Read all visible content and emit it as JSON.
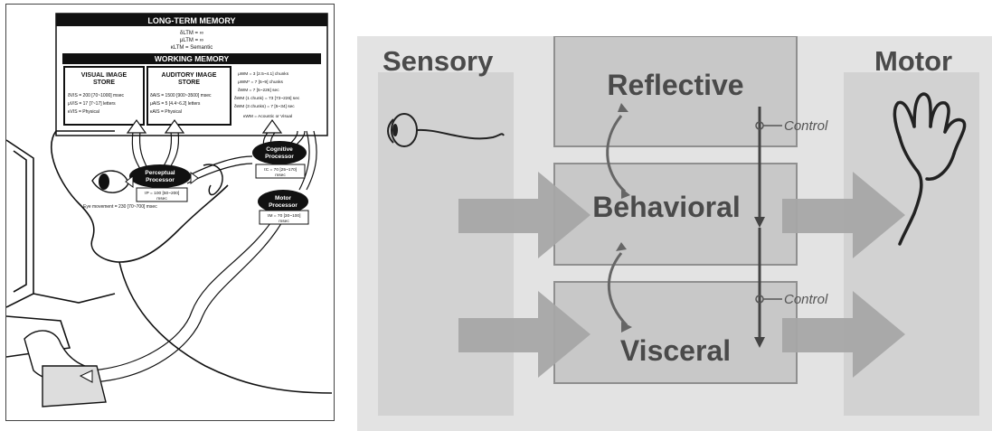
{
  "left_diagram": {
    "long_term_memory": {
      "title": "LONG-TERM MEMORY",
      "params": [
        "δLTM = ∞",
        "μLTM = ∞",
        "κLTM = Semantic"
      ]
    },
    "working_memory": {
      "title": "WORKING MEMORY",
      "visual_store": {
        "title_line1": "VISUAL IMAGE",
        "title_line2": "STORE",
        "params": [
          "δVIS = 200 [70~1000] msec",
          "μVIS = 17 [7~17] letters",
          "κVIS = Physical"
        ]
      },
      "auditory_store": {
        "title_line1": "AUDITORY IMAGE",
        "title_line2": "STORE",
        "params": [
          "δAIS = 1500 [900~3500] msec",
          "μAIS = 5 [4.4~6.2] letters",
          "κAIS = Physical"
        ]
      },
      "wm_params": [
        "μWM = 3 [2.5~4.1] chunks",
        "μWM* = 7 [5~9] chunks",
        "δWM = 7 [5~226] sec",
        "δWM (1 chunk) = 73 [73~226] sec",
        "δWM (3 chunks) = 7 [5~34] sec",
        "κWM = Acoustic or Visual"
      ]
    },
    "perceptual_processor": {
      "line1": "Perceptual",
      "line2": "Processor",
      "param": "τP = 100 [50~200]",
      "unit": "msec"
    },
    "cognitive_processor": {
      "line1": "Cognitive",
      "line2": "Processor",
      "param": "τC = 70 [25~170]",
      "unit": "msec"
    },
    "motor_processor": {
      "line1": "Motor",
      "line2": "Processor",
      "param": "τM = 70 [30~100]",
      "unit": "msec"
    },
    "eye_movement": "Eye movement = 230 [70~700] msec"
  },
  "right_diagram": {
    "column_sensory": "Sensory",
    "column_motor": "Motor",
    "layers": {
      "reflective": "Reflective",
      "behavioral": "Behavioral",
      "visceral": "Visceral"
    },
    "control_upper": "Control",
    "control_lower": "Control"
  },
  "colors": {
    "background_right": "#e3e3e3",
    "layer_fill": "#c8c8c8",
    "arrow_fill": "#a7a7a7",
    "column_fill": "#d2d2d2",
    "text_dark": "#4a4a4a",
    "ink": "#111111"
  }
}
